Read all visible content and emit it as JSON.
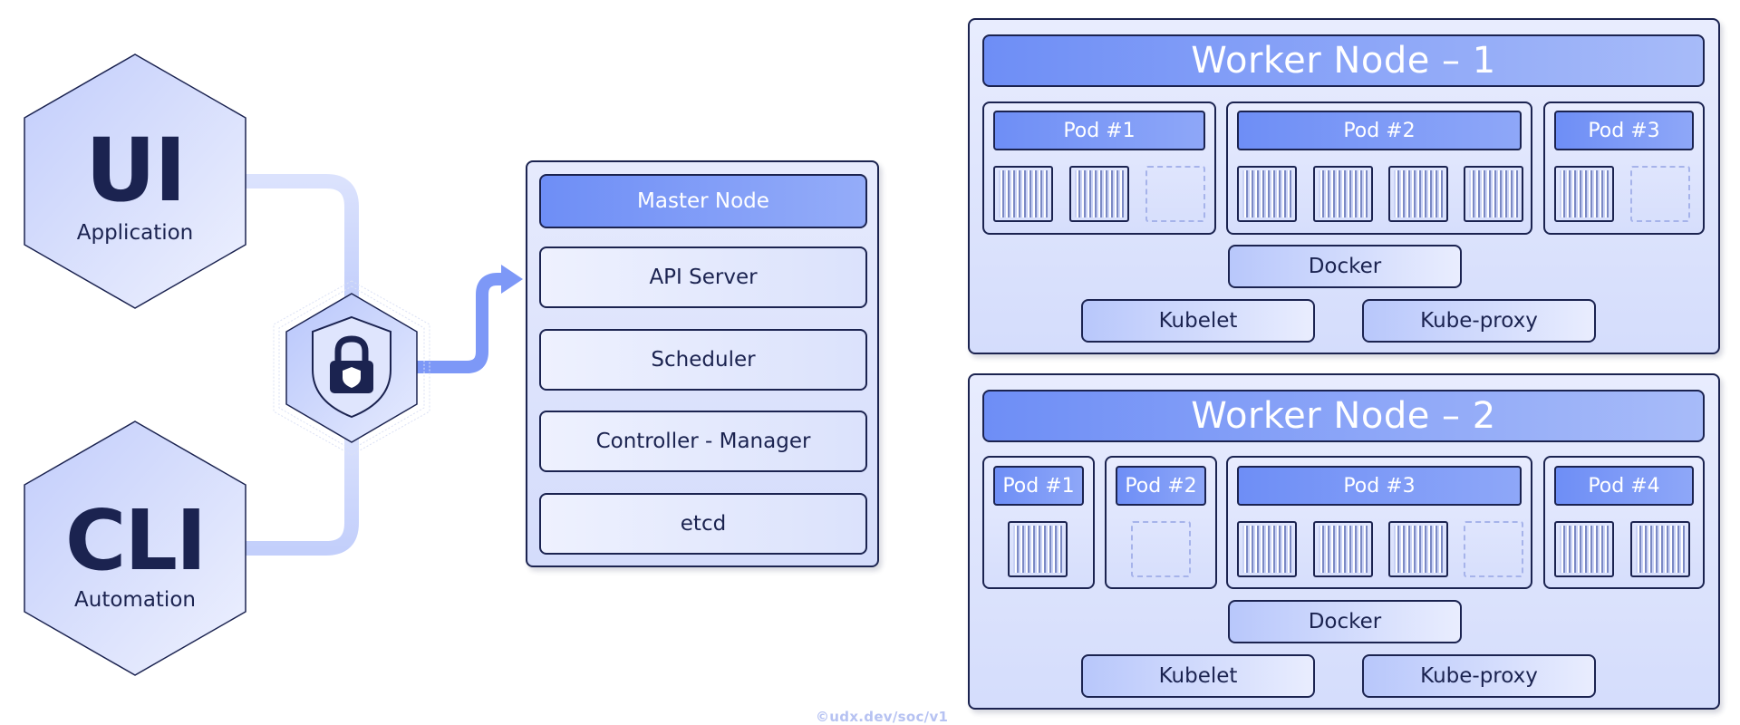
{
  "clients": [
    {
      "big": "UI",
      "sub": "Application"
    },
    {
      "big": "CLI",
      "sub": "Automation"
    }
  ],
  "icons": {
    "security": "shield-lock-icon",
    "connector": "arrow-right-icon",
    "container": "container-icon",
    "empty_slot": "empty-container-slot-icon"
  },
  "colors": {
    "accent": "#6e8ef6",
    "navy": "#1b2350",
    "panel": "#dfe5fd",
    "connector": "#c7d2fb"
  },
  "master": {
    "title": "Master Node",
    "components": [
      "API Server",
      "Scheduler",
      "Controller - Manager",
      "etcd"
    ]
  },
  "workers": [
    {
      "title": "Worker Node –  1",
      "pods": [
        {
          "label": "Pod #1",
          "containers": [
            true,
            true,
            false
          ]
        },
        {
          "label": "Pod #2",
          "containers": [
            true,
            true,
            true,
            true
          ]
        },
        {
          "label": "Pod  #3",
          "containers": [
            true,
            false
          ]
        }
      ],
      "runtime": "Docker",
      "services": [
        "Kubelet",
        "Kube-proxy"
      ]
    },
    {
      "title": "Worker Node –  2",
      "pods": [
        {
          "label": "Pod #1",
          "containers": [
            true
          ]
        },
        {
          "label": "Pod #2",
          "containers": [
            false
          ]
        },
        {
          "label": "Pod #3",
          "containers": [
            true,
            true,
            true,
            false
          ]
        },
        {
          "label": "Pod  #4",
          "containers": [
            true,
            true
          ]
        }
      ],
      "runtime": "Docker",
      "services": [
        "Kubelet",
        "Kube-proxy"
      ]
    }
  ],
  "footer": "©udx.dev/soc/v1"
}
